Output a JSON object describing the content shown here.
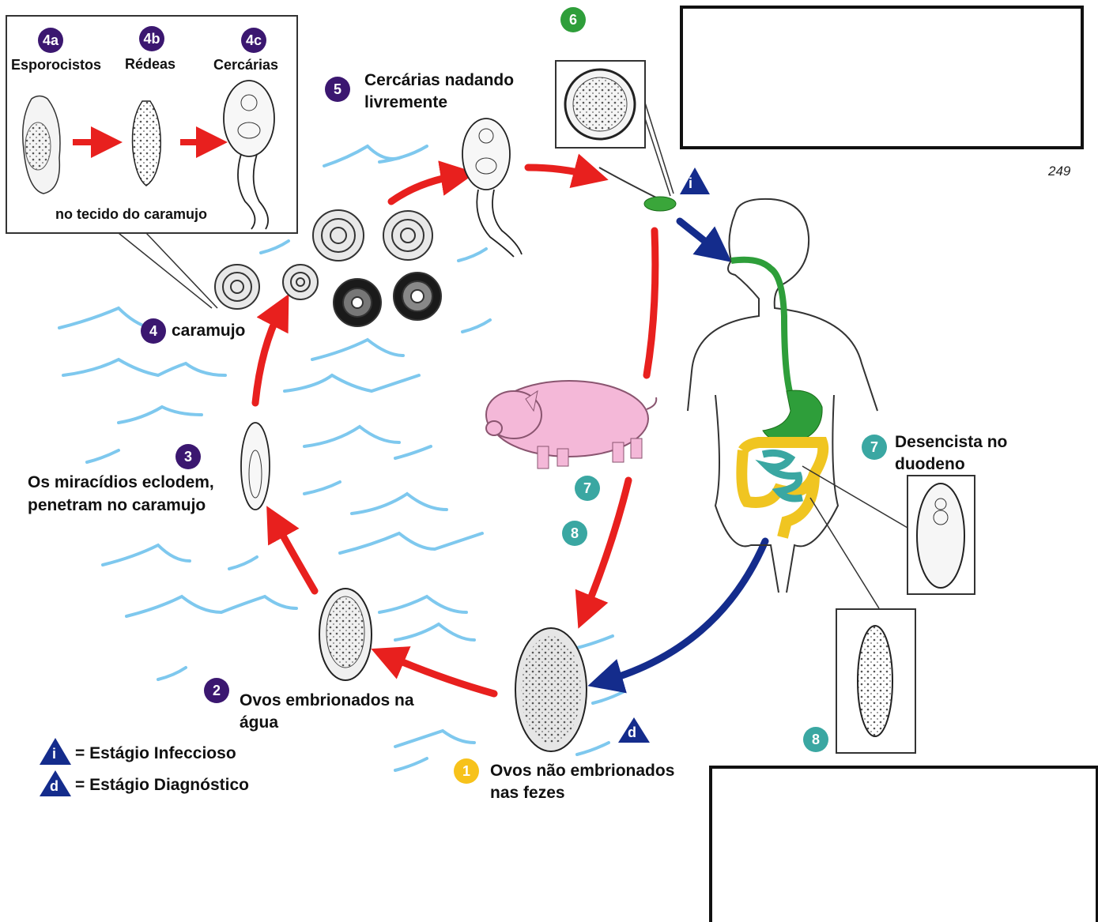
{
  "inset_4": {
    "a": {
      "badge": "4a",
      "label": "Esporocistos"
    },
    "b": {
      "badge": "4b",
      "label": "Rédeas"
    },
    "c": {
      "badge": "4c",
      "label": "Cercárias"
    },
    "caption": "no tecido do caramujo"
  },
  "stages": {
    "s1": {
      "badge": "1",
      "line1": "Ovos não embrionados",
      "line2": "nas fezes"
    },
    "s2": {
      "badge": "2",
      "line1": "Ovos embrionados na",
      "line2": "água"
    },
    "s3": {
      "badge": "3",
      "line1": "Os miracídios eclodem,",
      "line2": "penetram no caramujo"
    },
    "s4": {
      "badge": "4",
      "label": "caramujo"
    },
    "s5": {
      "badge": "5",
      "line1": "Cercárias nadando",
      "line2": "livremente"
    },
    "s6": {
      "badge": "6"
    },
    "s7_mid": {
      "badge": "7"
    },
    "s8_mid": {
      "badge": "8"
    },
    "s7_right": {
      "badge": "7",
      "line1": "Desencista no",
      "line2": "duodeno"
    },
    "s8_right": {
      "badge": "8"
    }
  },
  "legend": {
    "infective": {
      "symbol": "i",
      "label": "= Estágio Infeccioso"
    },
    "diagnostic": {
      "symbol": "d",
      "label": "= Estágio Diagnóstico"
    }
  },
  "markers": {
    "infective_symbol": "i",
    "diagnostic_symbol": "d"
  },
  "page_number": "249",
  "colors": {
    "red_arrow": "#e8201e",
    "blue_arrow": "#142c8c",
    "water": "#7ec8ee",
    "purple": "#3b1770",
    "teal": "#3aa7a2",
    "yellow": "#f7c21b",
    "green": "#2e9e3a",
    "pig": "#f4b8d8"
  }
}
